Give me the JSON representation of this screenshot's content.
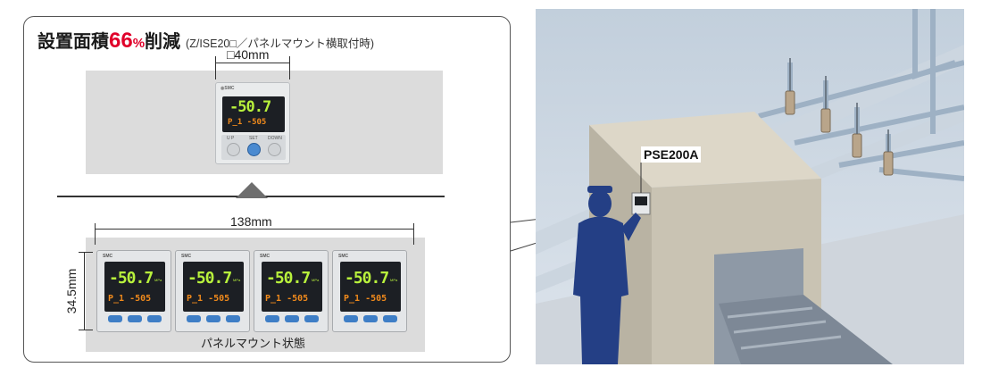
{
  "title": {
    "main_prefix": "設置面積",
    "percent_number": "66",
    "percent_sign": "%",
    "main_suffix": "削減",
    "note": "(Z/ISE20□／パネルマウント横取付時)"
  },
  "single_gauge": {
    "dimension": "□40mm",
    "brand": "SMC",
    "top_reading": "-50.7",
    "bottom_reading": "P_1 -505",
    "button_labels": [
      "U P",
      "SET",
      "DOWN"
    ]
  },
  "panel_mount": {
    "width_dimension": "138mm",
    "height_dimension": "34.5mm",
    "caption": "パネルマウント状態",
    "gauge_count": 4,
    "brand": "SMC",
    "top_reading": "-50.7",
    "unit": "MPa",
    "bottom_reading": "P_1 -505"
  },
  "scene": {
    "product_label": "PSE200A"
  },
  "colors": {
    "accent_red": "#e0002a",
    "panel_gray": "#dcdcdc",
    "scene_wall": "#cfd9e3",
    "machine": "#c9c3b3",
    "figure": "#243f85",
    "display_green": "#b8f13c",
    "display_orange": "#f08a1c",
    "button_blue": "#3e7ec6"
  }
}
